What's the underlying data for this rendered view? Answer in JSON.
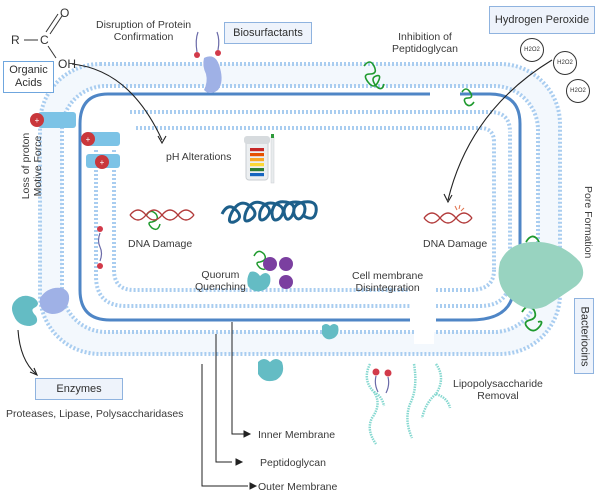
{
  "diagram": {
    "title": "Antibacterial mechanisms acting on the bacterial cell envelope",
    "colors": {
      "membrane_dots": "#a9cdf0",
      "membrane_fill": "#eaf3fc",
      "peptidoglycan_line": "#4f86c6",
      "label_box_border": "#8fb3df",
      "label_box_fill": "#eef3fb",
      "proton_red": "#c9373b",
      "channel_blue": "#7cc3e6",
      "dna_red": "#b23a3a",
      "coil_green": "#1f9a2e",
      "coil_blue": "#1d5f8a",
      "enzyme_teal": "#64bcc4",
      "enzyme_lavender": "#9fb1e6",
      "bacteriocin_mint": "#98d3c0",
      "quorum_purple": "#7b3fa0"
    },
    "chemical_formula": {
      "r": "R",
      "c": "C",
      "o": "O",
      "oh": "OH"
    },
    "boxes": {
      "organic_acids": "Organic\nAcids",
      "biosurfactants": "Biosurfactants",
      "hydrogen_peroxide": "Hydrogen Peroxide",
      "enzymes": "Enzymes",
      "bacteriocins": "Bacteriocins"
    },
    "h2o2_molecules": [
      "H2O2",
      "H2O2",
      "H2O2"
    ],
    "labels": {
      "disruption": "Disruption of Protein\nConfirmation",
      "inhibition": "Inhibition of\nPeptidoglycan",
      "ph": "pH Alterations",
      "loss_proton": "Loss of proton\nMotive Force",
      "pore": "Pore Formation",
      "dna_left": "DNA Damage",
      "dna_right": "DNA Damage",
      "quorum": "Quorum\nQuenching",
      "cell_membrane": "Cell membrane\nDisintegration",
      "lps": "Lipopolysaccharide\nRemoval",
      "enzymes_desc": "Proteases, Lipase, Polysaccharidases"
    },
    "legend": [
      {
        "label": "Inner Membrane"
      },
      {
        "label": "Peptidoglycan"
      },
      {
        "label": "Outer Membrane"
      }
    ],
    "ph_strip_colors": [
      "#c62828",
      "#e65100",
      "#f9a825",
      "#fdd835",
      "#2e7d32",
      "#1565c0"
    ]
  }
}
